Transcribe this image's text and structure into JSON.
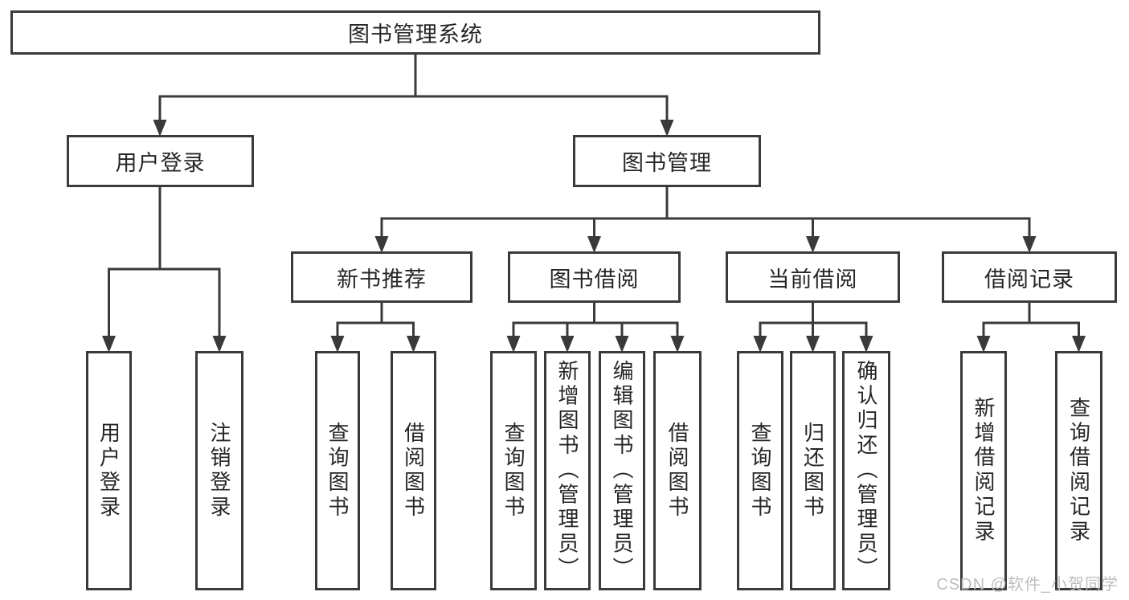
{
  "diagram": {
    "colors": {
      "line": "#3a3a3a",
      "box_border": "#3a3a3a",
      "text": "#262626",
      "background": "#ffffff",
      "watermark": "#bdbdbd"
    },
    "tree": {
      "root": "图书管理系统",
      "branches": [
        {
          "label": "用户登录",
          "leaves": [
            "用户登录",
            "注销登录"
          ]
        },
        {
          "label": "图书管理",
          "groups": [
            {
              "label": "新书推荐",
              "leaves": [
                "查询图书",
                "借阅图书"
              ]
            },
            {
              "label": "图书借阅",
              "leaves": [
                "查询图书",
                "新增图书（管理员）",
                "编辑图书（管理员）",
                "借阅图书"
              ]
            },
            {
              "label": "当前借阅",
              "leaves": [
                "查询图书",
                "归还图书",
                "确认归还（管理员）"
              ]
            },
            {
              "label": "借阅记录",
              "leaves": [
                "新增借阅记录",
                "查询借阅记录"
              ]
            }
          ]
        }
      ]
    },
    "watermark": "CSDN @软件_小贺同学"
  }
}
